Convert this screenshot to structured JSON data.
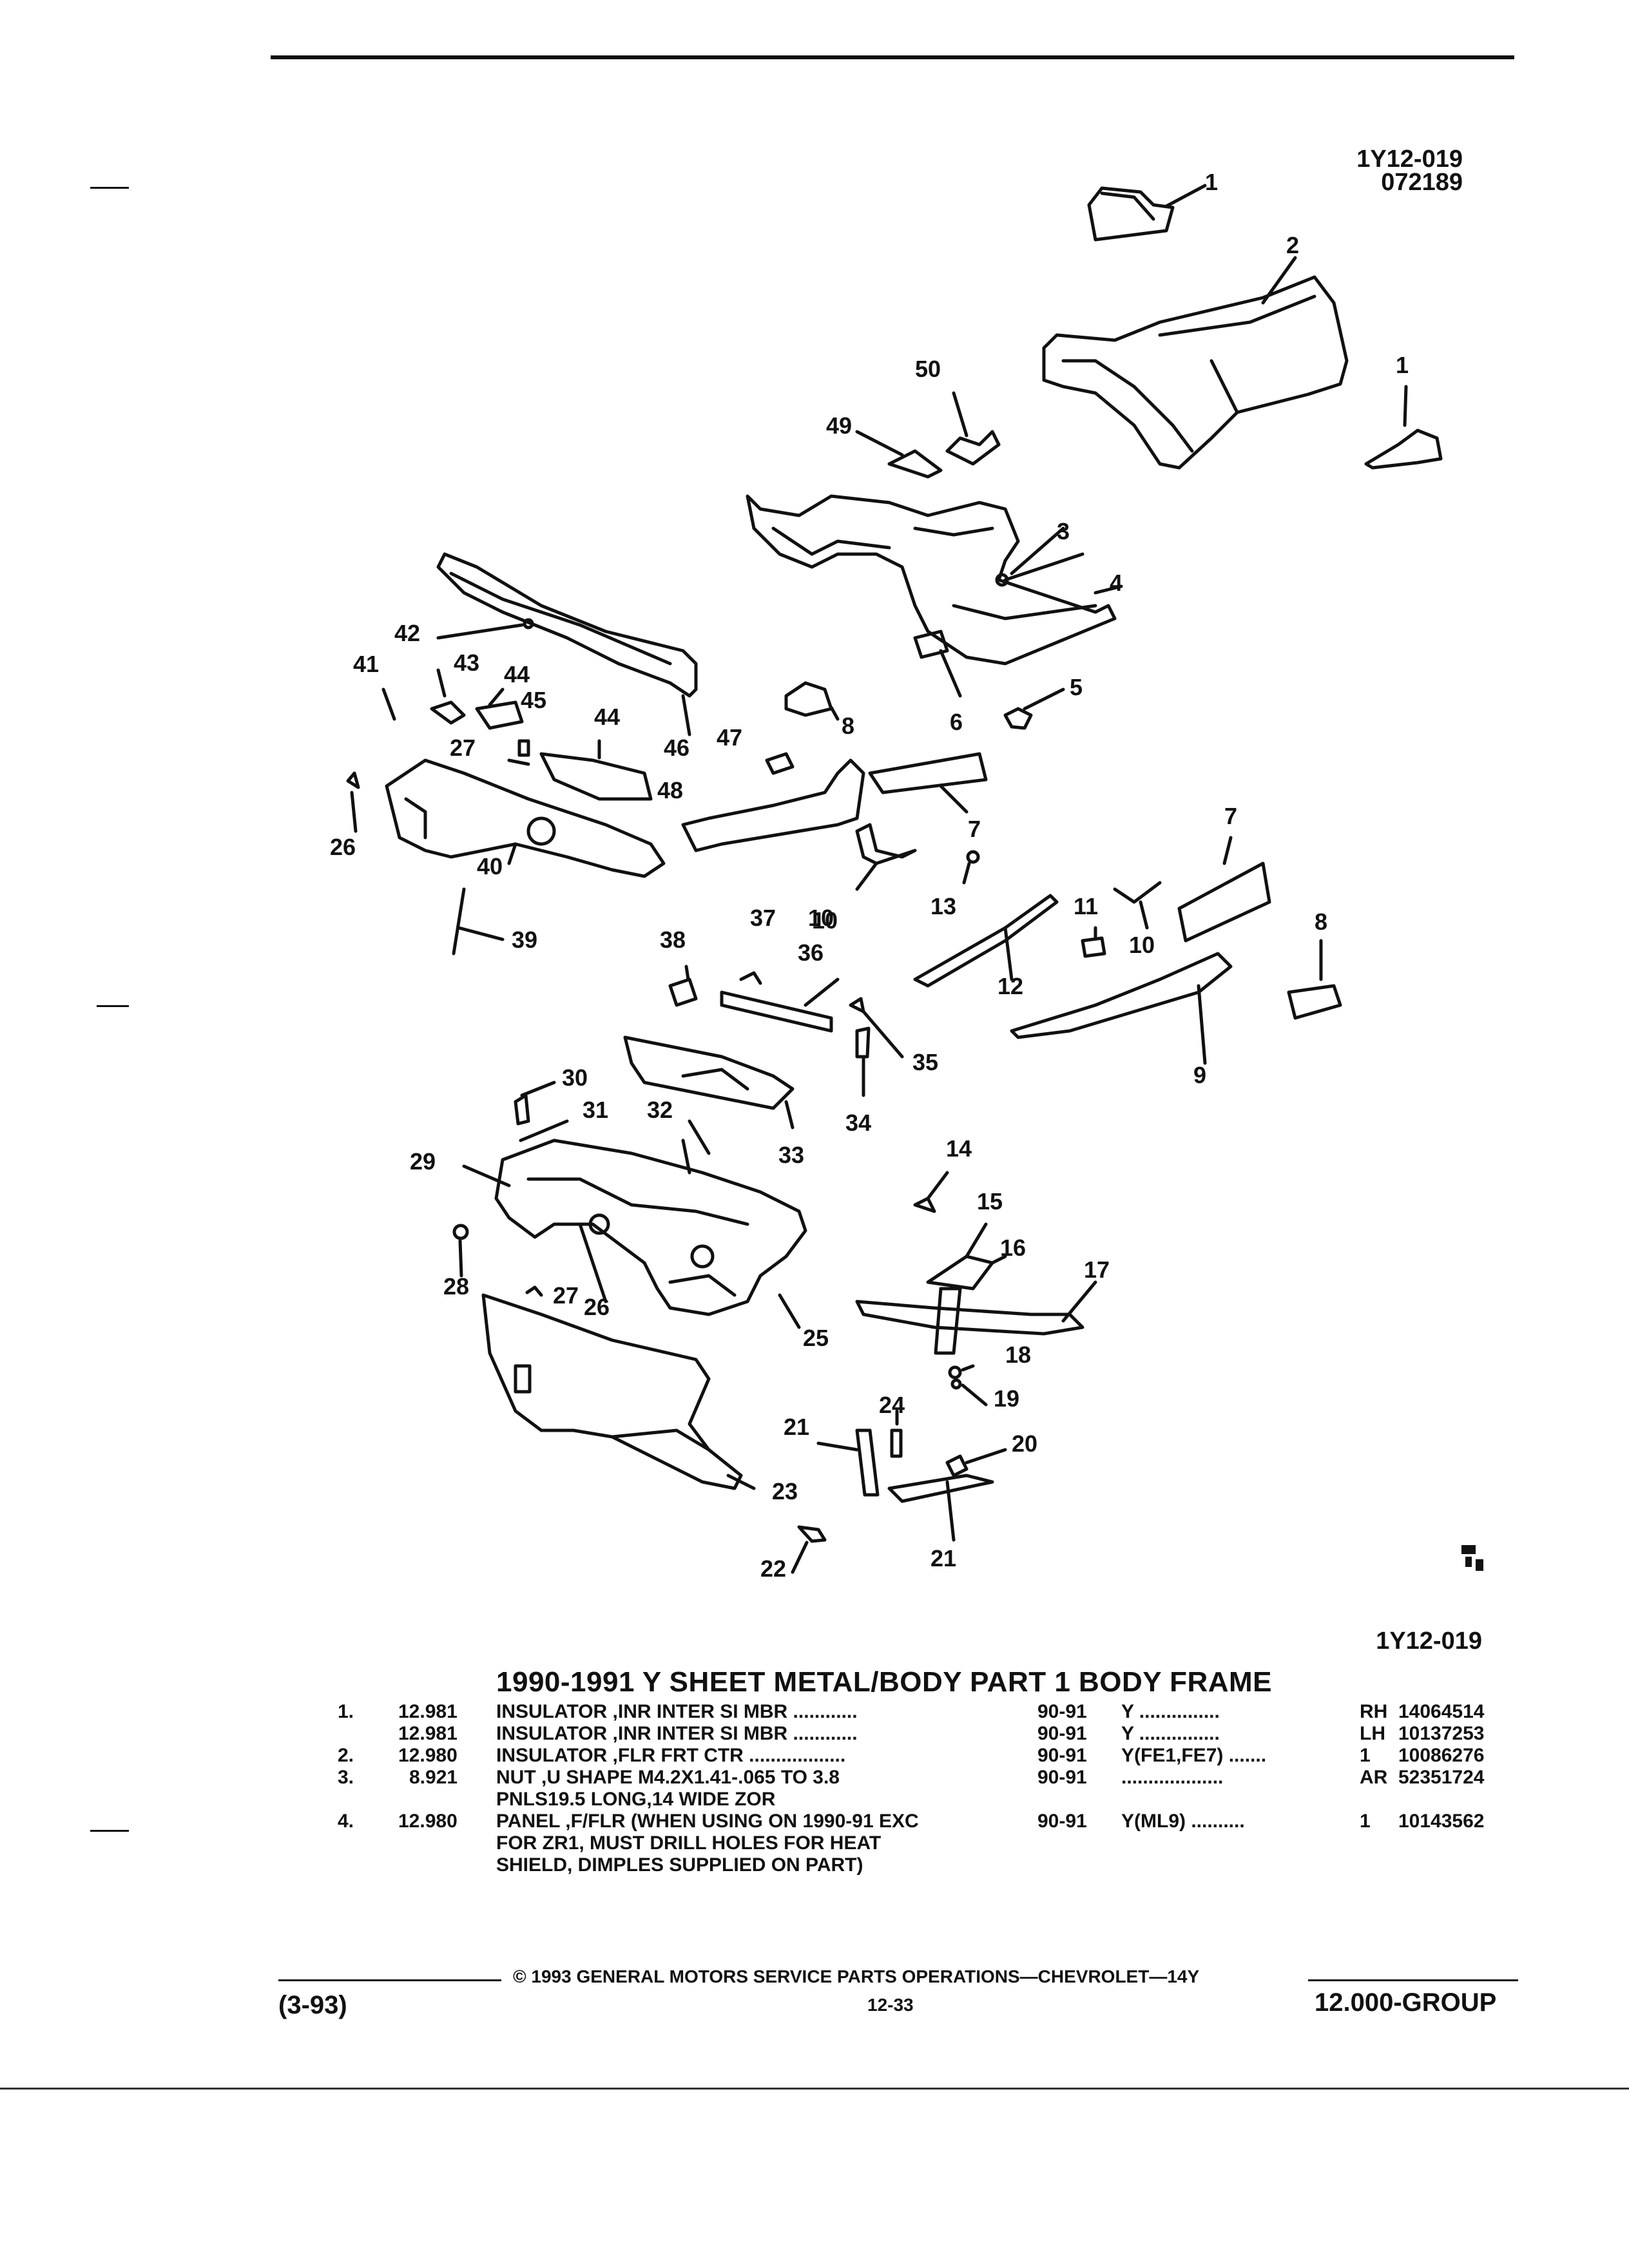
{
  "header": {
    "illustration_code": "1Y12-019",
    "date_code": "072189"
  },
  "figure": {
    "code_bottom": "1Y12-019",
    "callouts": [
      "1",
      "2",
      "1",
      "50",
      "49",
      "3",
      "4",
      "42",
      "41",
      "43",
      "44",
      "45",
      "27",
      "44",
      "46",
      "47",
      "8",
      "5",
      "6",
      "26",
      "40",
      "48",
      "7",
      "10",
      "13",
      "39",
      "38",
      "37",
      "10",
      "36",
      "11",
      "10",
      "12",
      "7",
      "8",
      "9",
      "35",
      "34",
      "33",
      "30",
      "31",
      "32",
      "29",
      "14",
      "15",
      "16",
      "17",
      "28",
      "27",
      "26",
      "25",
      "18",
      "19",
      "24",
      "21",
      "20",
      "23",
      "22",
      "21"
    ]
  },
  "section_title": "1990-1991 Y SHEET METAL/BODY PART 1 BODY FRAME",
  "parts": [
    {
      "item": "1.",
      "group": "12.981",
      "desc": "INSULATOR ,INR INTER SI MBR ............",
      "years": "90-91",
      "series": "Y ...............",
      "qty": "RH",
      "part": "14064514"
    },
    {
      "item": "",
      "group": "12.981",
      "desc": "INSULATOR ,INR INTER SI MBR ............",
      "years": "90-91",
      "series": "Y ...............",
      "qty": "LH",
      "part": "10137253"
    },
    {
      "item": "2.",
      "group": "12.980",
      "desc": "INSULATOR ,FLR FRT CTR ..................",
      "years": "90-91",
      "series": "Y(FE1,FE7) .......",
      "qty": "1",
      "part": "10086276"
    },
    {
      "item": "3.",
      "group": "8.921",
      "desc": "NUT ,U SHAPE M4.2X1.41-.065 TO 3.8",
      "desc2": "PNLS19.5 LONG,14 WIDE ZOR",
      "years": "90-91",
      "series": "...................",
      "qty": "AR",
      "part": "52351724"
    },
    {
      "item": "4.",
      "group": "12.980",
      "desc": "PANEL ,F/FLR (WHEN USING ON 1990-91 EXC",
      "desc2": "FOR ZR1, MUST DRILL HOLES FOR HEAT",
      "desc3": "SHIELD, DIMPLES SUPPLIED ON PART)",
      "years": "90-91",
      "series": "Y(ML9) ..........",
      "qty": "1",
      "part": "10143562"
    }
  ],
  "footer": {
    "copyright": "©  1993  GENERAL MOTORS SERVICE PARTS OPERATIONS—CHEVROLET—14Y",
    "date": "(3-93)",
    "page": "12-33",
    "group": "12.000-GROUP"
  }
}
